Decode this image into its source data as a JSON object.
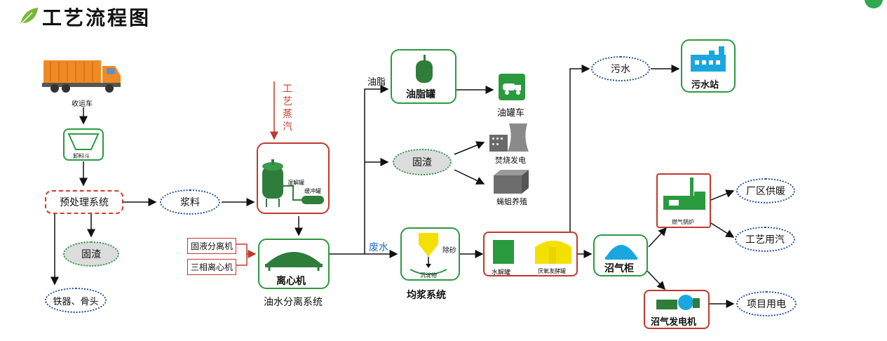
{
  "title": "工艺流程图",
  "nodes": {
    "collection_truck": "收运车",
    "unloading_hopper": "卸料斗",
    "pretreatment": "预处理系统",
    "solid_residue_1": "固渣",
    "iron_bones": "铁器、骨头",
    "slurry": "浆料",
    "steam": "工艺蒸汽",
    "wet_tank": "湿解罐",
    "buffer_tank": "缓冲罐",
    "solid_liquid_separator": "固液分离机",
    "three_phase_centrifuge": "三相离心机",
    "centrifuge": "离心机",
    "oil_water_system": "油水分离系统",
    "grease": "油脂",
    "grease_tank": "油脂罐",
    "tanker_truck": "油罐车",
    "solid_residue_2": "固渣",
    "incineration": "焚烧发电",
    "fly_larvae": "蝇蛆养殖",
    "waste_water": "废水",
    "sand_removal": "除砂",
    "sediment": "沉淀物",
    "homogenization": "均浆系统",
    "hydrolysis_tank": "水解罐",
    "anaerobic_tank": "厌氧发酵罐",
    "sewage": "污水",
    "sewage_station": "污水站",
    "gas_holder": "沼气柜",
    "gas_boiler": "燃气锅炉",
    "district_heating": "厂区供暖",
    "process_steam": "工艺用汽",
    "biogas_generator": "沼气发电机",
    "project_power": "项目用电"
  },
  "colors": {
    "green": "#2a9a3f",
    "dark_green": "#2f7d3a",
    "red": "#c0392b",
    "blue": "#1f4fa3",
    "orange": "#f08a24",
    "yellow": "#f4e000",
    "cyan": "#1aa7e0"
  }
}
